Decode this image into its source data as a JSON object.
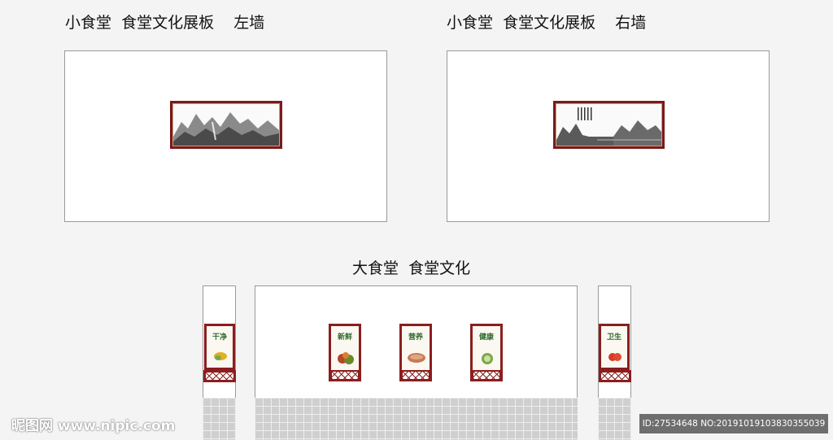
{
  "titles": {
    "left_wall": "小食堂  食堂文化展板    左墙",
    "right_wall": "小食堂  食堂文化展板    右墙",
    "big_hall": "大食堂  食堂文化"
  },
  "posters": [
    {
      "label": "干净",
      "food_color": "#e0b020"
    },
    {
      "label": "新鲜",
      "food_color": "#b8452a"
    },
    {
      "label": "营养",
      "food_color": "#c87a55"
    },
    {
      "label": "健康",
      "food_color": "#7aa84a"
    },
    {
      "label": "卫生",
      "food_color": "#d63a2a"
    }
  ],
  "watermark": {
    "site": "昵图网 www.nipic.com",
    "id": "ID:27534648 NO:20191019103830355039"
  },
  "colors": {
    "frame": "#8b1e1e",
    "tile": "#cfcfcf"
  }
}
